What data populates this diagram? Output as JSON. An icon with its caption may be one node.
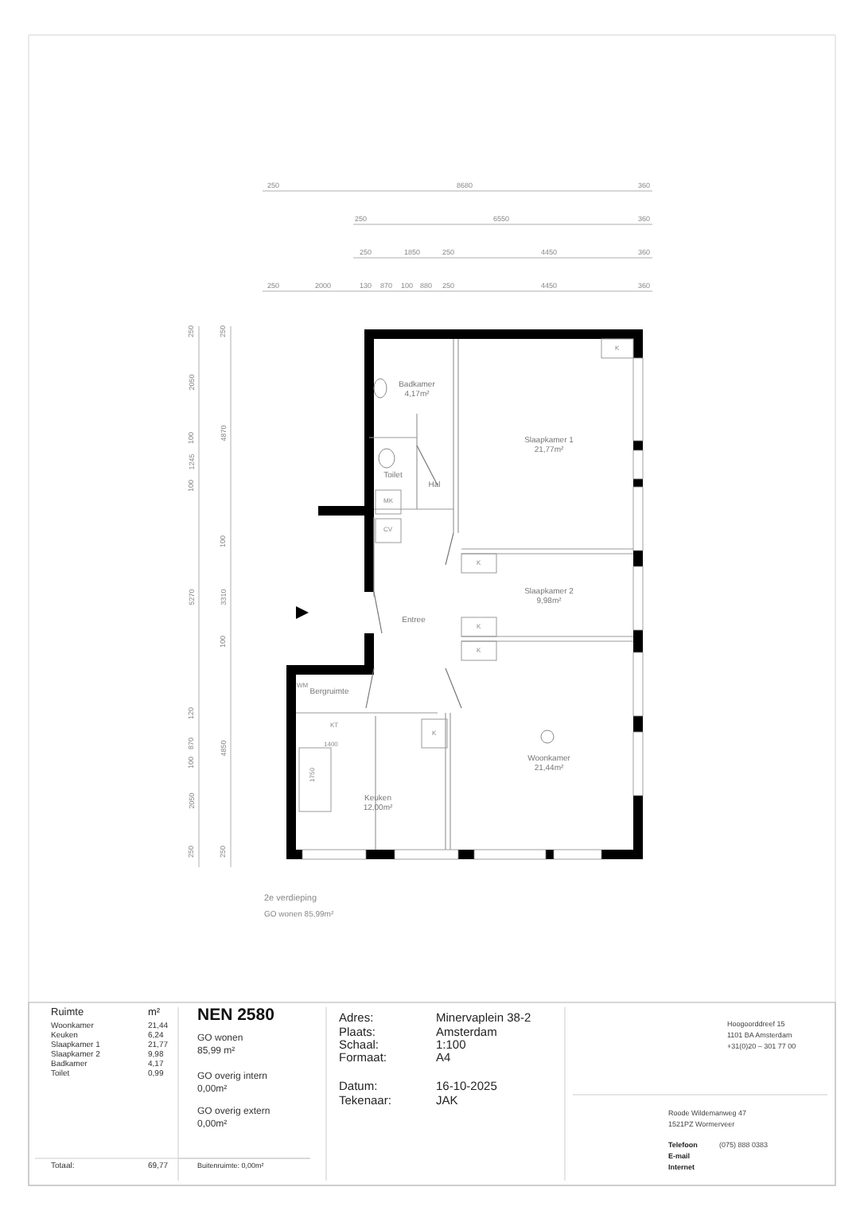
{
  "diagram": {
    "nodes": [
      {
        "text": [
          "Badkamer",
          "4,17m²"
        ]
      },
      {
        "text": [
          "Toilet"
        ]
      },
      {
        "text": [
          "Hal"
        ]
      },
      {
        "text": [
          "Slaapkamer 1",
          "21,77m²"
        ]
      },
      {
        "text": [
          "Slaapkamer 2",
          "9,98m²"
        ]
      },
      {
        "text": [
          "Entree"
        ]
      },
      {
        "text": [
          "Bergruimte"
        ]
      },
      {
        "text": [
          "Keuken",
          "12,00m²"
        ]
      },
      {
        "text": [
          "Woonkamer",
          "21,44m²"
        ]
      }
    ],
    "edges": [],
    "labels": [
      "250",
      "8680",
      "360",
      "250",
      "6550",
      "360",
      "250",
      "1850",
      "250",
      "4450",
      "360",
      "250",
      "2000",
      "130",
      "870",
      "100",
      "880",
      "250",
      "4450",
      "360",
      "250",
      "2050",
      "100",
      "1245",
      "100",
      "5270",
      "120",
      "870",
      "100",
      "2050",
      "250",
      "250",
      "4870",
      "100",
      "3310",
      "100",
      "4850",
      "250",
      "K",
      "MK",
      "CV",
      "K",
      "K",
      "K",
      "K",
      "WM",
      "KT",
      "1400",
      "1750",
      "2e verdieping",
      "GO wonen 85,99m²",
      "Ruimte",
      "m²",
      "Woonkamer",
      "21,44",
      "Keuken",
      "6,24",
      "Slaapkamer 1",
      "21,77",
      "Slaapkamer 2",
      "9,98",
      "Badkamer",
      "4,17",
      "Toilet",
      "0,99",
      "Totaal:",
      "69,77",
      "NEN 2580",
      "GO wonen",
      "85,99 m²",
      "GO overig intern",
      "0,00m²",
      "GO overig extern",
      "0,00m²",
      "Buitenruimte:  0,00m²",
      "Adres:",
      "Minervaplein 38-2",
      "Plaats:",
      "Amsterdam",
      "Schaal:",
      "1:100",
      "Formaat:",
      "A4",
      "Datum:",
      "16-10-2025",
      "Tekenaar:",
      "JAK",
      "Hoogoorddreef 15",
      "1101 BA Amsterdam",
      "+31(0)20 – 301 77 00",
      "Roode Wildemanweg 47",
      "1521PZ Wormerveer",
      "Telefoon",
      "(075) 888 0383",
      "E-mail",
      "Internet"
    ]
  }
}
